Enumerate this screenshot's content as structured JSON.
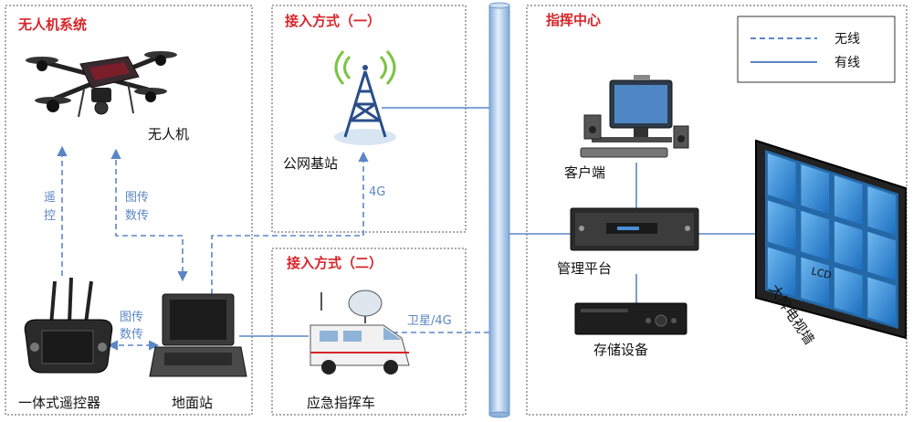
{
  "sections": {
    "uav_system": "无人机系统",
    "access_one": "接入方式（一）",
    "access_two": "接入方式（二）",
    "command_center": "指挥中心"
  },
  "legend": {
    "wireless": "无线",
    "wired": "有线"
  },
  "nodes": {
    "drone": "无人机",
    "base_station": "公网基站",
    "client": "客户端",
    "platform": "管理平台",
    "storage": "存储设备",
    "big_screen": "大屏电视墙",
    "controller": "一体式遥控器",
    "ground_station": "地面站",
    "vehicle": "应急指挥车"
  },
  "links": {
    "remote_control": "遥控",
    "image_data_1": "图传",
    "image_data_1b": "数传",
    "image_data_2": "图传",
    "image_data_2b": "数传",
    "net_4g": "4G",
    "satellite_4g": "卫星/4G"
  },
  "screen_text": "LCD",
  "colors": {
    "title_red": "#d7262b",
    "link_blue": "#5b86c5",
    "pipe_blue": "#a9c7ea",
    "screen_blue": "#3b8fd9"
  }
}
